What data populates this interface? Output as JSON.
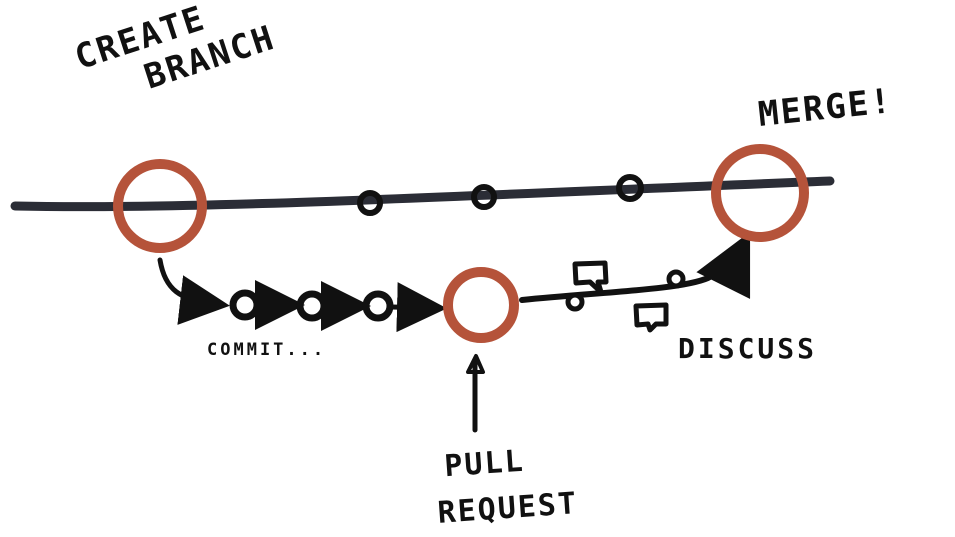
{
  "labels": {
    "create_branch": [
      "CREATE",
      "BRANCH"
    ],
    "merge": "MERGE!",
    "commit": "COMMIT...",
    "discuss": "DISCUSS",
    "pull_request": [
      "PULL",
      "REQUEST"
    ]
  },
  "colors": {
    "ink": "#111111",
    "main_line": "#2b2d36",
    "highlight": "#b5533a"
  }
}
